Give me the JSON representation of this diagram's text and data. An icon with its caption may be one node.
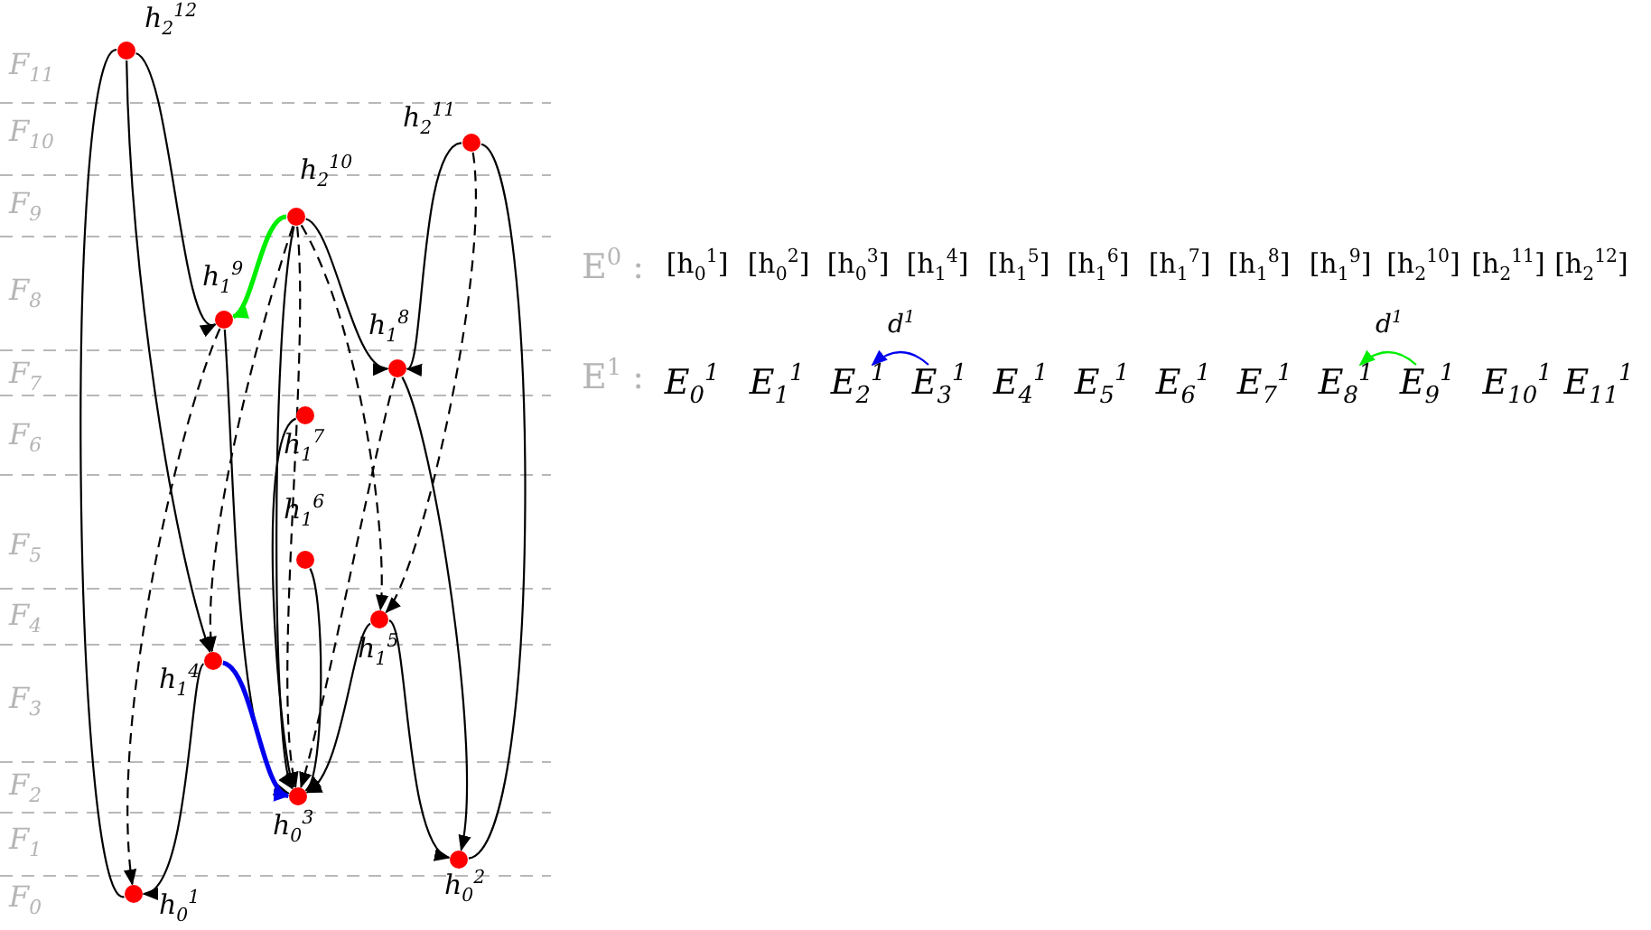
{
  "diagram": {
    "nodes": [
      {
        "text": [],
        "shape": "circle",
        "beside": [
          "h$_{2}$$^{12}$"
        ]
      },
      {
        "text": [],
        "shape": "circle",
        "beside": [
          "h$_{2}$$^{11}$"
        ]
      },
      {
        "text": [],
        "shape": "circle",
        "beside": [
          "h$_{2}$$^{10}$"
        ]
      },
      {
        "text": [],
        "shape": "circle",
        "beside": [
          "h$_{1}$$^{9}$"
        ]
      },
      {
        "text": [],
        "shape": "circle",
        "beside": [
          "h$_{1}$$^{8}$"
        ]
      },
      {
        "text": [],
        "shape": "circle",
        "beside": [
          "h$_{1}$$^{7}$"
        ]
      },
      {
        "text": [],
        "shape": "circle",
        "beside": [
          "h$_{1}$$^{6}$"
        ]
      },
      {
        "text": [],
        "shape": "circle",
        "beside": [
          "h$_{1}$$^{5}$"
        ]
      },
      {
        "text": [],
        "shape": "circle",
        "beside": [
          "h$_{1}$$^{4}$"
        ]
      },
      {
        "text": [],
        "shape": "circle",
        "beside": [
          "h$_{0}$$^{3}$"
        ]
      },
      {
        "text": [],
        "shape": "circle",
        "beside": [
          "h$_{0}$$^{2}$"
        ]
      },
      {
        "text": [],
        "shape": "circle",
        "beside": [
          "h$_{0}$$^{1}$"
        ]
      },
      {
        "text": [
          "E$_{0}$$^{1}$"
        ]
      },
      {
        "text": [
          "E$_{1}$$^{1}$"
        ]
      },
      {
        "text": [
          "E$_{2}$$^{1}$"
        ]
      },
      {
        "text": [
          "E$_{3}$$^{1}$"
        ]
      },
      {
        "text": [
          "E$_{4}$$^{1}$"
        ]
      },
      {
        "text": [
          "E$_{5}$$^{1}$"
        ]
      },
      {
        "text": [
          "E$_{6}$$^{1}$"
        ]
      },
      {
        "text": [
          "E$_{7}$$^{1}$"
        ]
      },
      {
        "text": [
          "E$_{8}$$^{1}$"
        ]
      },
      {
        "text": [
          "E$_{9}$$^{1}$"
        ]
      },
      {
        "text": [
          "E$_{10}$$^{1}$"
        ]
      },
      {
        "text": [
          "E$_{11}$$^{1}$"
        ]
      }
    ],
    "edges": [
      {
        "from": 0,
        "to": 3,
        "arrow": "to"
      },
      {
        "from": 0,
        "to": 8,
        "arrow": "to"
      },
      {
        "from": 0,
        "to": 11,
        "arrow": "none"
      },
      {
        "from": 1,
        "to": 4,
        "arrow": "to"
      },
      {
        "from": 1,
        "to": 7,
        "arrow": "to",
        "style": "dashed"
      },
      {
        "from": 1,
        "to": 10,
        "arrow": "none"
      },
      {
        "from": 2,
        "to": 3,
        "arrow": "to",
        "color": "#00ee00",
        "style": "thick"
      },
      {
        "from": 2,
        "to": 4,
        "arrow": "to"
      },
      {
        "from": 2,
        "to": 9,
        "arrow": "to"
      },
      {
        "from": 2,
        "to": 8,
        "arrow": "to",
        "style": "dashed"
      },
      {
        "from": 2,
        "to": 7,
        "arrow": "to",
        "style": "dashed"
      },
      {
        "from": 2,
        "to": 9,
        "arrow": "to",
        "style": "dashed"
      },
      {
        "from": 3,
        "to": 11,
        "arrow": "to",
        "style": "dashed"
      },
      {
        "from": 3,
        "to": 9,
        "arrow": "to"
      },
      {
        "from": 4,
        "to": 10,
        "arrow": "to"
      },
      {
        "from": 4,
        "to": 9,
        "arrow": "to",
        "style": "dashed"
      },
      {
        "from": 5,
        "to": 9,
        "arrow": "none"
      },
      {
        "from": 6,
        "to": 9,
        "arrow": "to"
      },
      {
        "from": 7,
        "to": 9,
        "arrow": "to"
      },
      {
        "from": 7,
        "to": 10,
        "arrow": "to"
      },
      {
        "from": 8,
        "to": 9,
        "arrow": "to",
        "color": "#0000ee",
        "style": "thick"
      },
      {
        "from": 8,
        "to": 11,
        "arrow": "to"
      },
      {
        "from": 15,
        "to": 14,
        "arrow": "to",
        "label": "d$^{1}$",
        "color": "#0000ee"
      },
      {
        "from": 21,
        "to": 20,
        "arrow": "to",
        "label": "d$^{1}$",
        "color": "#00ee00"
      }
    ],
    "labels": [
      "F$_{11}$",
      "F$_{10}$",
      "F$_{9}$",
      "F$_{8}$",
      "F$_{7}$",
      "F$_{6}$",
      "F$_{5}$",
      "F$_{4}$",
      "F$_{3}$",
      "F$_{2}$",
      "F$_{1}$",
      "F$_{0}$",
      "E$^{0}$ :",
      "[h$_{0}$$^{1}$]",
      "[h$_{0}$$^{2}$]",
      "[h$_{0}$$^{3}$]",
      "[h$_{1}$$^{4}$]",
      "[h$_{1}$$^{5}$]",
      "[h$_{1}$$^{6}$]",
      "[h$_{1}$$^{7}$]",
      "[h$_{1}$$^{8}$]",
      "[h$_{1}$$^{9}$]",
      "[h$_{2}$$^{10}$]",
      "[h$_{2}$$^{11}$]",
      "[h$_{2}$$^{12}$]",
      "E$^{1}$ :"
    ]
  }
}
